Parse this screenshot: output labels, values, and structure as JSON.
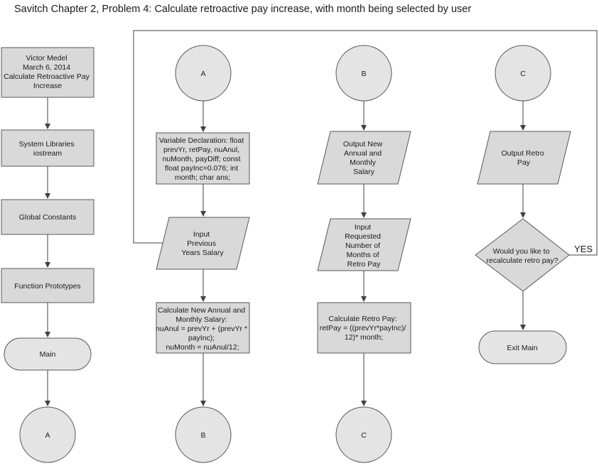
{
  "title": "Savitch Chapter 2, Problem 4: Calculate retroactive pay increase, with month being selected by user",
  "left_column": {
    "header": [
      "Victor Medel",
      "March 6, 2014",
      "Calculate Retroactive Pay",
      "Increase"
    ],
    "libraries": [
      "System Libraries",
      "iostream"
    ],
    "constants": "Global Constants",
    "prototypes": "Function Prototypes",
    "main": "Main",
    "connector": "A"
  },
  "column_a": {
    "connector_top": "A",
    "declaration": [
      "Variable Declaration: float",
      "prevYr, retPay, nuAnul,",
      "nuMonth, payDiff; const",
      "float payInc=0.076; int",
      "month; char ans;"
    ],
    "input_salary": [
      "Input",
      "Previous",
      "Years Salary"
    ],
    "calculate": [
      "Calculate New Annual and",
      "Monthly Salary:",
      "nuAnul = prevYr + (prevYr *",
      "payInc);",
      "nuMonth = nuAnul/12;"
    ],
    "connector_bottom": "B"
  },
  "column_b": {
    "connector_top": "B",
    "output": [
      "Output New",
      "Annual and",
      "Monthly",
      "Salary"
    ],
    "input_months": [
      "Input",
      "Requested",
      "Number of",
      "Months of",
      "Retro Pay"
    ],
    "calculate": [
      "Calculate Retro Pay:",
      "retPay = ((prevYr*payInc)/",
      "12)* month;"
    ],
    "connector_bottom": "C"
  },
  "column_c": {
    "connector_top": "C",
    "output": [
      "Output Retro",
      "Pay"
    ],
    "decision": [
      "Would you like to",
      "recalculate retro pay?"
    ],
    "yes_label": "YES",
    "exit": "Exit Main"
  }
}
